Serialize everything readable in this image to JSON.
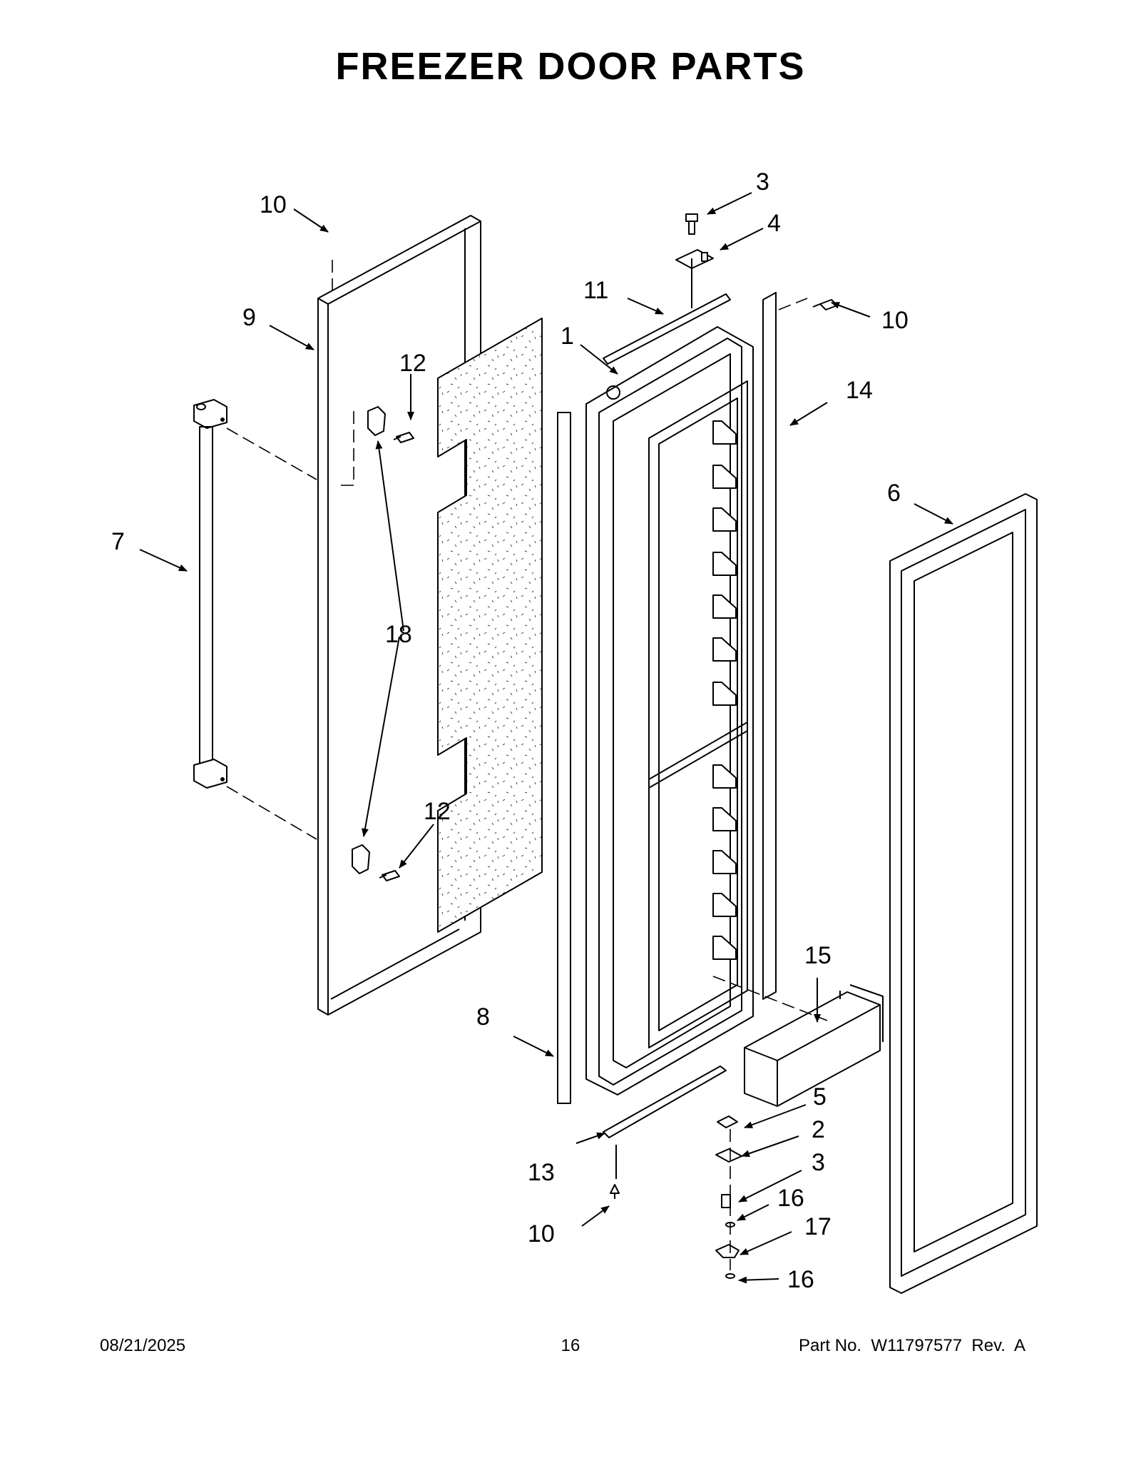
{
  "title": "FREEZER DOOR PARTS",
  "callouts": {
    "c1": "1",
    "c2": "2",
    "c3a": "3",
    "c3b": "3",
    "c4": "4",
    "c5": "5",
    "c6": "6",
    "c7": "7",
    "c8": "8",
    "c9": "9",
    "c10a": "10",
    "c10b": "10",
    "c10c": "10",
    "c11": "11",
    "c12a": "12",
    "c12b": "12",
    "c13": "13",
    "c14": "14",
    "c15": "15",
    "c16a": "16",
    "c16b": "16",
    "c17": "17",
    "c18": "18"
  },
  "footer": {
    "date": "08/21/2025",
    "page": "16",
    "part": "Part No.  W11797577  Rev.  A"
  }
}
